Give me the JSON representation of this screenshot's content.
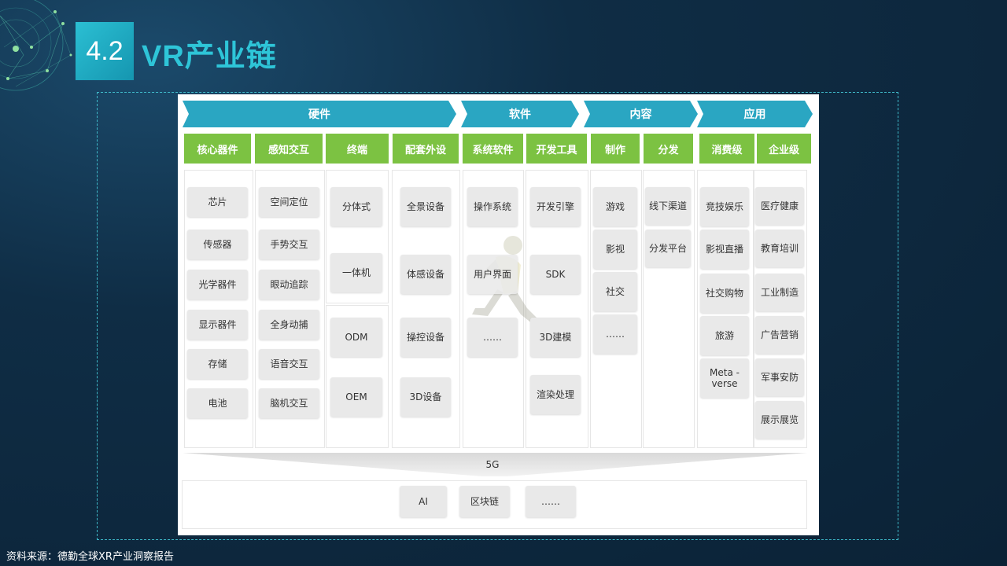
{
  "header": {
    "section_number": "4.2",
    "title": "VR产业链"
  },
  "chain": {
    "stages": [
      "硬件",
      "软件",
      "内容",
      "应用"
    ],
    "groups": [
      "核心器件",
      "感知交互",
      "终端",
      "配套外设",
      "系统软件",
      "开发工具",
      "制作",
      "分发",
      "消费级",
      "企业级"
    ],
    "columns": {
      "core": [
        "芯片",
        "传感器",
        "光学器件",
        "显示器件",
        "存储",
        "电池"
      ],
      "interaction": [
        "空间定位",
        "手势交互",
        "眼动追踪",
        "全身动捕",
        "语音交互",
        "脑机交互"
      ],
      "terminal_top": [
        "分体式",
        "一体机"
      ],
      "terminal_bottom": [
        "ODM",
        "OEM"
      ],
      "peripherals": [
        "全景设备",
        "体感设备",
        "操控设备",
        "3D设备"
      ],
      "system_software": [
        "操作系统",
        "用户界面",
        "……"
      ],
      "dev_tools": [
        "开发引擎",
        "SDK",
        "3D建模",
        "渲染处理"
      ],
      "production": [
        "游戏",
        "影视",
        "社交",
        "……"
      ],
      "distribution": [
        "线下渠道",
        "分发平台"
      ],
      "consumer": [
        "竞技娱乐",
        "影视直播",
        "社交购物",
        "旅游",
        "Meta -\nverse"
      ],
      "enterprise": [
        "医疗健康",
        "教育培训",
        "工业制造",
        "广告营销",
        "军事安防",
        "展示展览"
      ]
    },
    "infrastructure": {
      "label": "5G",
      "items": [
        "AI",
        "区块链",
        "……"
      ]
    }
  },
  "source": "资料来源：德勤全球XR产业洞察报告",
  "colors": {
    "stage_arrow": "#2aa6c2",
    "group_header": "#7cc242",
    "item_bg": "#e9e9e9",
    "accent_title": "#2ec5d8"
  }
}
